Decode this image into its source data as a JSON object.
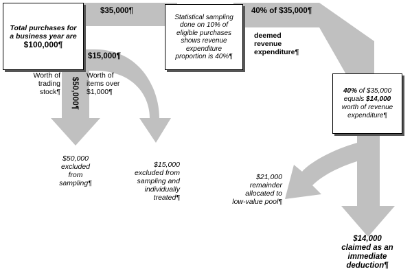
{
  "colors": {
    "arrow_fill": "#c0c0c0",
    "shadow": "#555555",
    "border": "#000000"
  },
  "total_box": {
    "line1": "Total purchases for",
    "line2": "a business year are",
    "amount": "$100,000¶"
  },
  "arrow_35000_label": "$35,000¶",
  "sampling_box": {
    "lines": [
      "Statistical sampling",
      "done on 10% of",
      "eligible purchases",
      "shows revenue",
      "expenditure",
      "proportion is 40%¶"
    ]
  },
  "arrow_40pct_label": "40% of $35,000¶",
  "deemed": [
    "deemed",
    "revenue",
    "expenditure¶"
  ],
  "trading": {
    "label_lines": [
      "Worth of",
      "trading",
      "stock¶"
    ],
    "amount": "$50,000¶",
    "result_lines": [
      "$50,000",
      "excluded",
      "from",
      "sampling¶"
    ]
  },
  "items": {
    "amount": "$15,000¶",
    "label_lines": [
      "Worth of",
      "items over",
      "$1,000¶"
    ],
    "result_lines": [
      "$15,000",
      "excluded from",
      "sampling and",
      "individually",
      "treated¶"
    ]
  },
  "revenue_box": {
    "pct": "40%",
    "of_text": " of $35,000",
    "equals": "equals ",
    "amount": "$14,000",
    "line3": "worth of revenue",
    "line4": "expenditure¶"
  },
  "remainder": [
    "$21,000",
    "remainder",
    "allocated to",
    "low-value pool¶"
  ],
  "claimed": [
    "$14,000",
    "claimed as an",
    "immediate",
    "deduction¶"
  ]
}
